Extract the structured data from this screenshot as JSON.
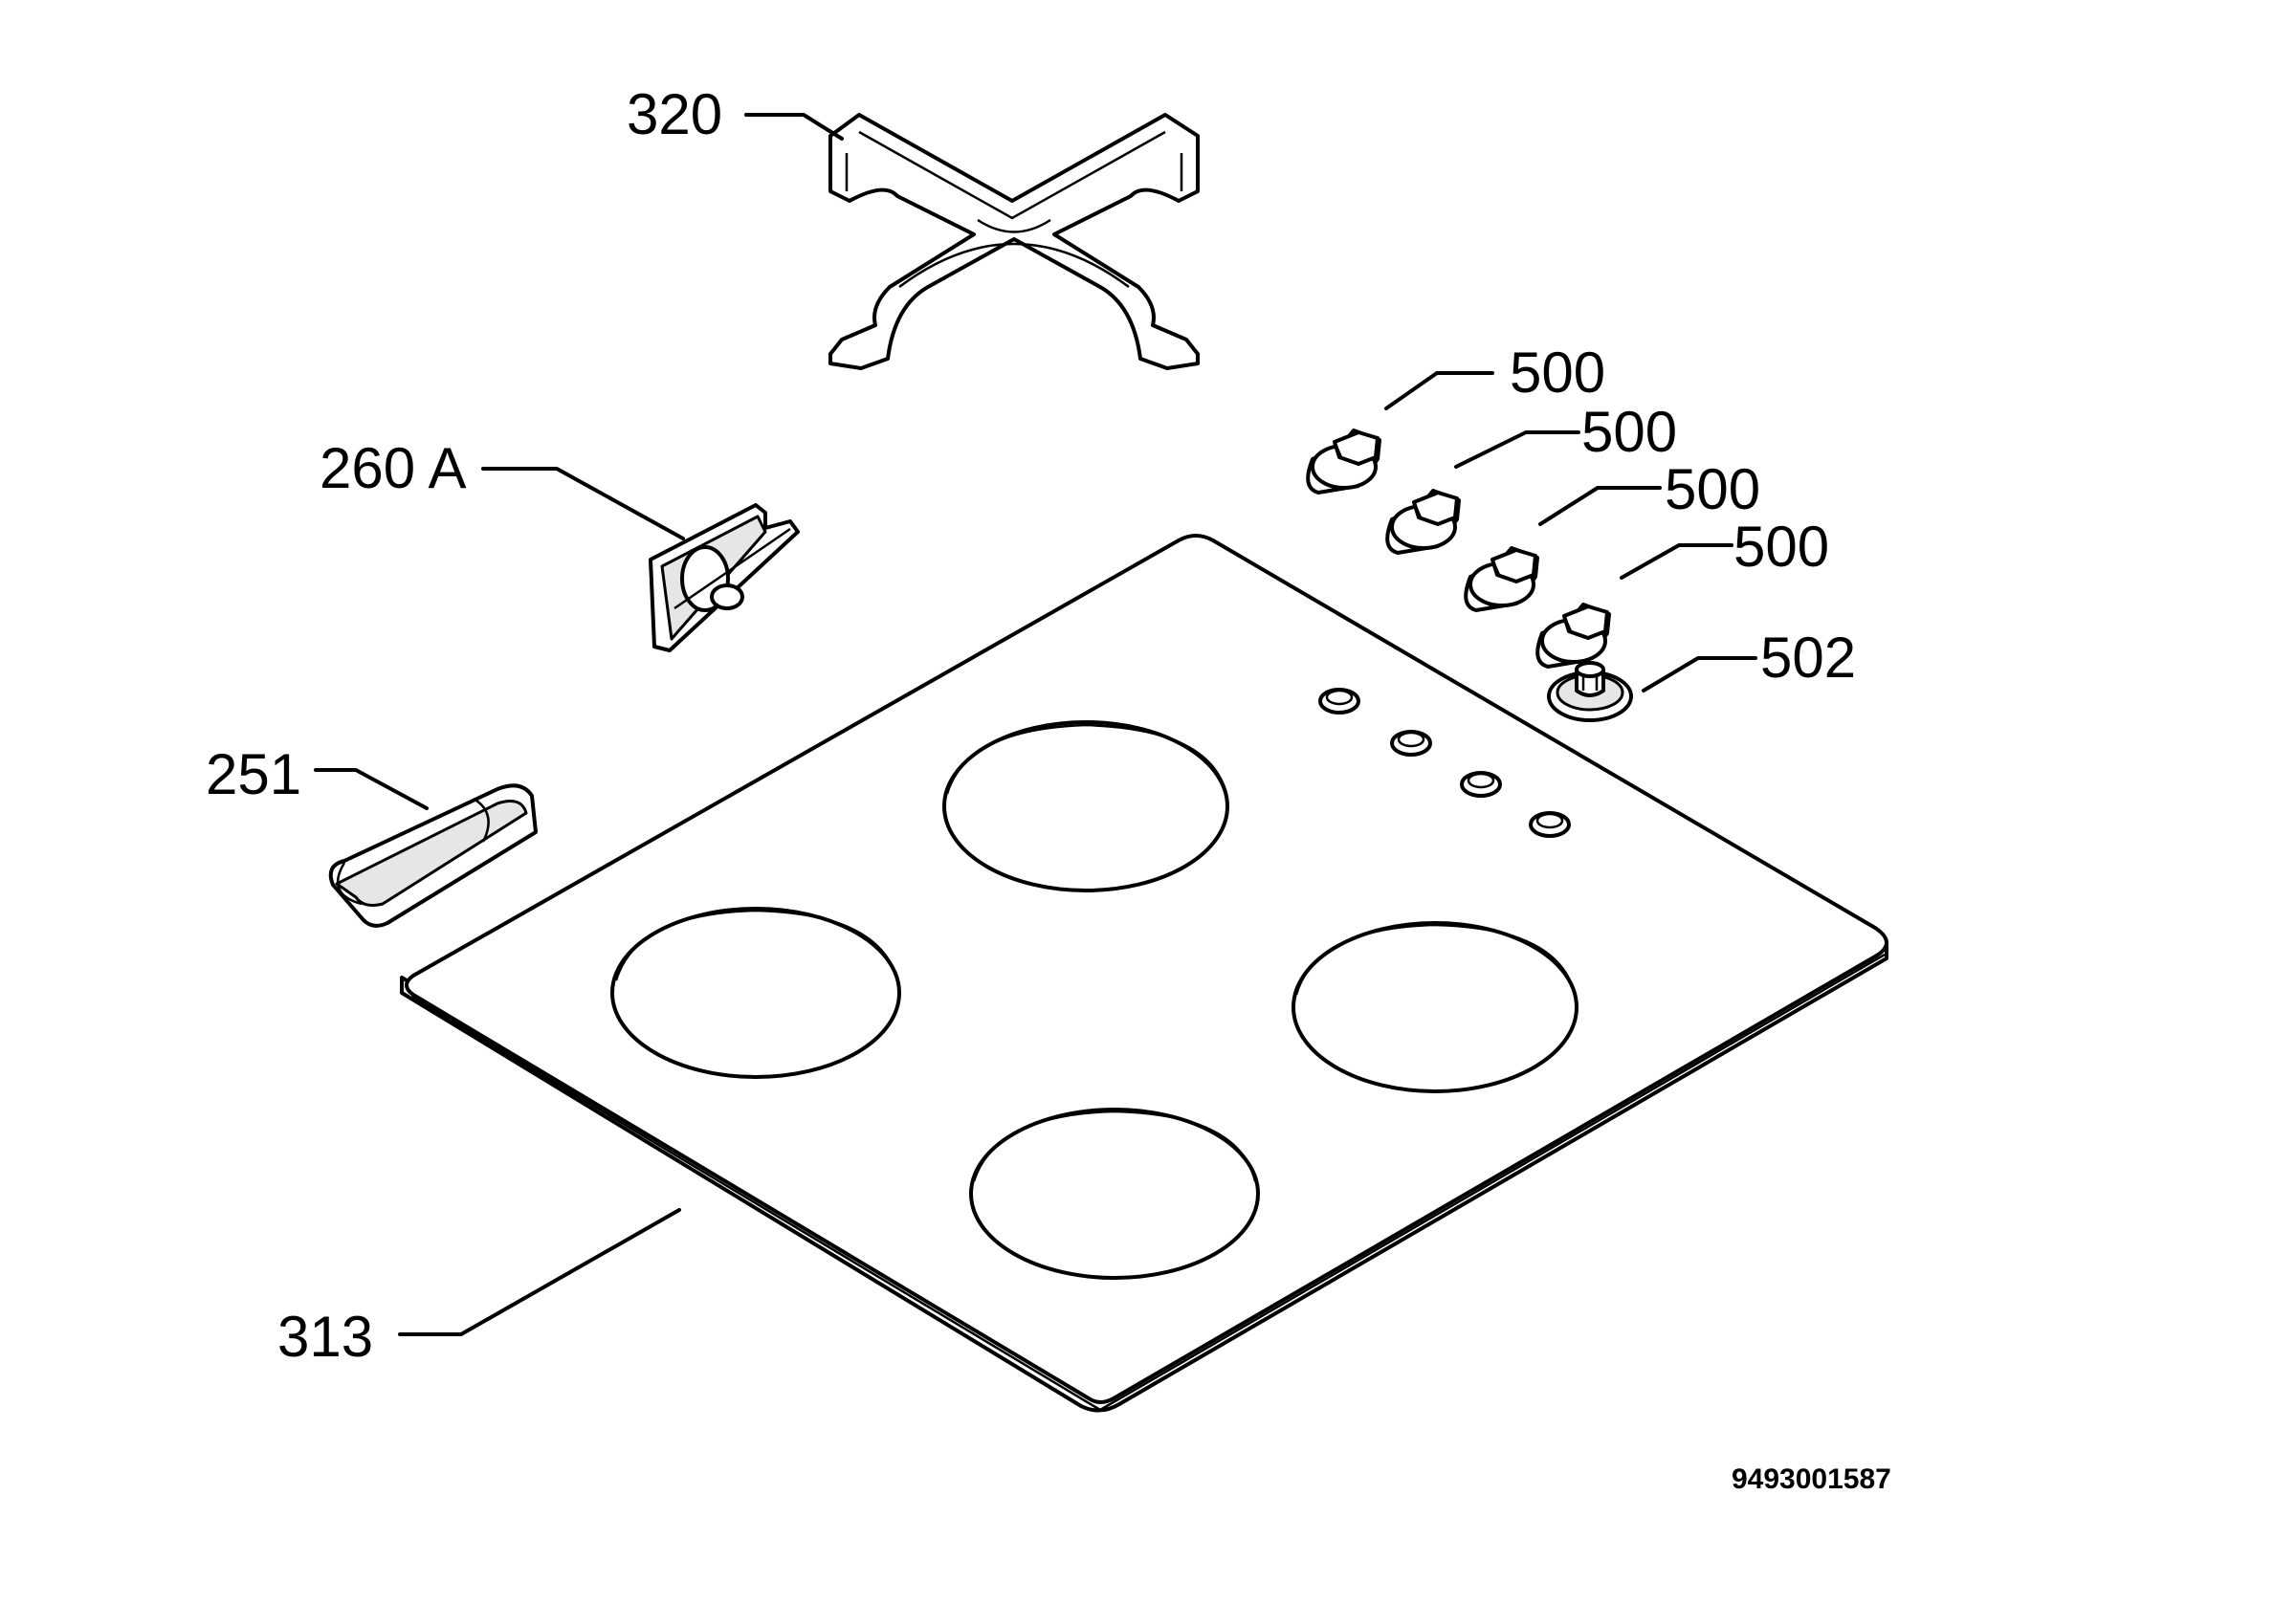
{
  "diagram": {
    "part_labels": [
      {
        "id": "320",
        "text": "320"
      },
      {
        "id": "260a",
        "text": "260 A"
      },
      {
        "id": "251",
        "text": "251"
      },
      {
        "id": "313",
        "text": "313"
      },
      {
        "id": "500a",
        "text": "500"
      },
      {
        "id": "500b",
        "text": "500"
      },
      {
        "id": "500c",
        "text": "500"
      },
      {
        "id": "500d",
        "text": "500"
      },
      {
        "id": "502",
        "text": "502"
      }
    ],
    "drawing_number": "9493001587"
  }
}
